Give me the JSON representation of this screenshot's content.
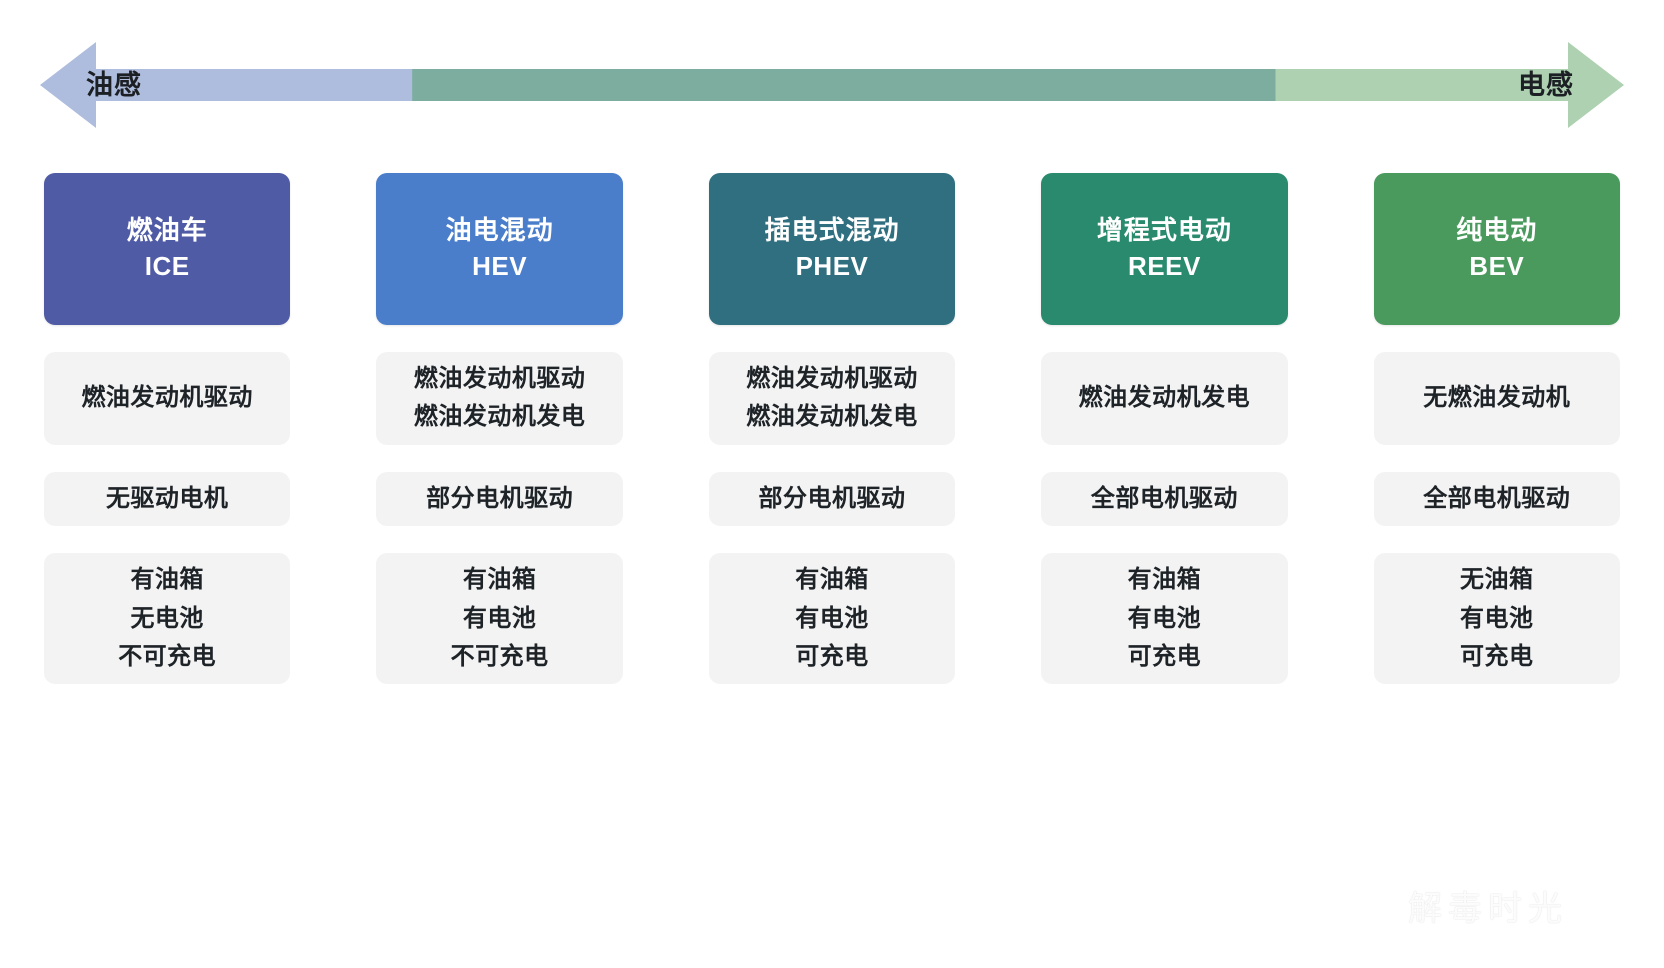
{
  "spectrum": {
    "left_label": "油感",
    "right_label": "电感",
    "segments": [
      {
        "name": "fuel-feel",
        "color": "#aebcdd",
        "width_pct": 23.5
      },
      {
        "name": "mixed-feel",
        "color": "#7cad9f",
        "width_pct": 54.5
      },
      {
        "name": "electric-feel",
        "color": "#aed1b1",
        "width_pct": 22.0
      }
    ],
    "arrow_left_color": "#aebcdd",
    "arrow_right_color": "#aed1b1"
  },
  "columns": [
    {
      "id": "ice",
      "header": {
        "cn": "燃油车",
        "en": "ICE",
        "color": "#4f5ba5"
      },
      "drive": [
        "燃油发动机驱动"
      ],
      "motor": [
        "无驱动电机"
      ],
      "tank": [
        "有油箱",
        "无电池",
        "不可充电"
      ]
    },
    {
      "id": "hev",
      "header": {
        "cn": "油电混动",
        "en": "HEV",
        "color": "#4a7ecb"
      },
      "drive": [
        "燃油发动机驱动",
        "燃油发动机发电"
      ],
      "motor": [
        "部分电机驱动"
      ],
      "tank": [
        "有油箱",
        "有电池",
        "不可充电"
      ]
    },
    {
      "id": "phev",
      "header": {
        "cn": "插电式混动",
        "en": "PHEV",
        "color": "#2f6f80"
      },
      "drive": [
        "燃油发动机驱动",
        "燃油发动机发电"
      ],
      "motor": [
        "部分电机驱动"
      ],
      "tank": [
        "有油箱",
        "有电池",
        "可充电"
      ]
    },
    {
      "id": "reev",
      "header": {
        "cn": "增程式电动",
        "en": "REEV",
        "color": "#2a8a6e"
      },
      "drive": [
        "燃油发动机发电"
      ],
      "motor": [
        "全部电机驱动"
      ],
      "tank": [
        "有油箱",
        "有电池",
        "可充电"
      ]
    },
    {
      "id": "bev",
      "header": {
        "cn": "纯电动",
        "en": "BEV",
        "color": "#4a9a5e"
      },
      "drive": [
        "无燃油发动机"
      ],
      "motor": [
        "全部电机驱动"
      ],
      "tank": [
        "无油箱",
        "有电池",
        "可充电"
      ]
    }
  ],
  "watermark": "解毒时光"
}
